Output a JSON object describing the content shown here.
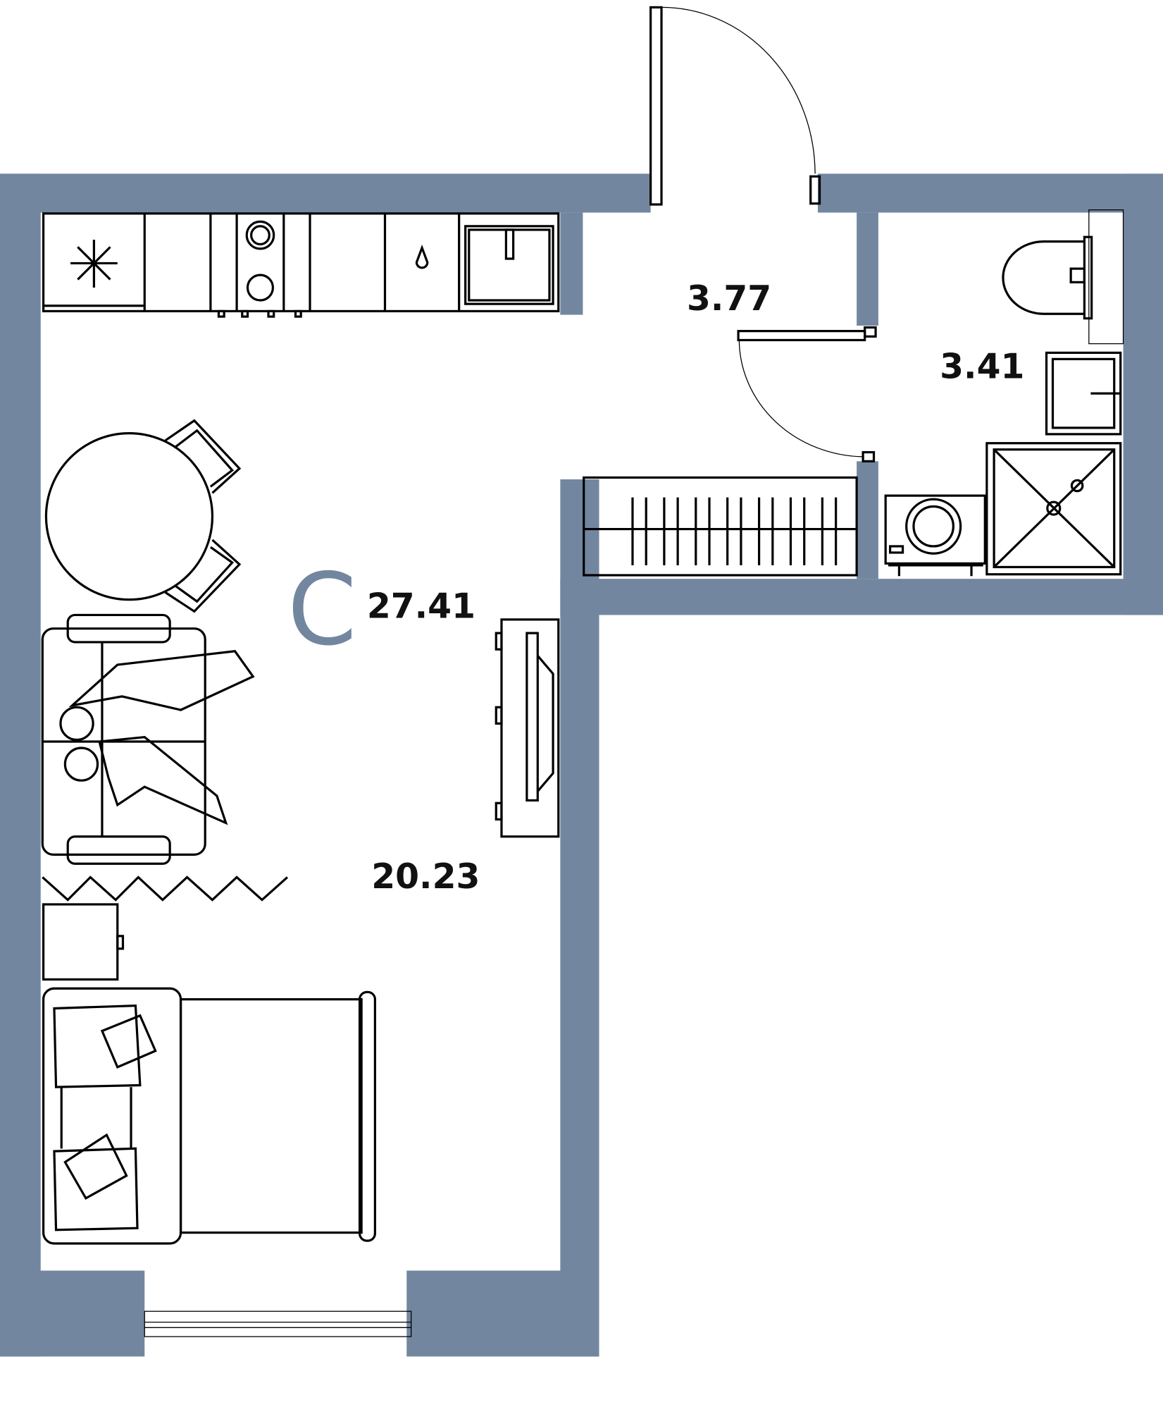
{
  "plan": {
    "apartment_type": "С",
    "total_area": "27.41",
    "rooms": {
      "living": "20.23",
      "hall": "3.77",
      "bathroom": "3.41"
    },
    "colors": {
      "wall": "#72879f",
      "line": "#000000"
    }
  }
}
